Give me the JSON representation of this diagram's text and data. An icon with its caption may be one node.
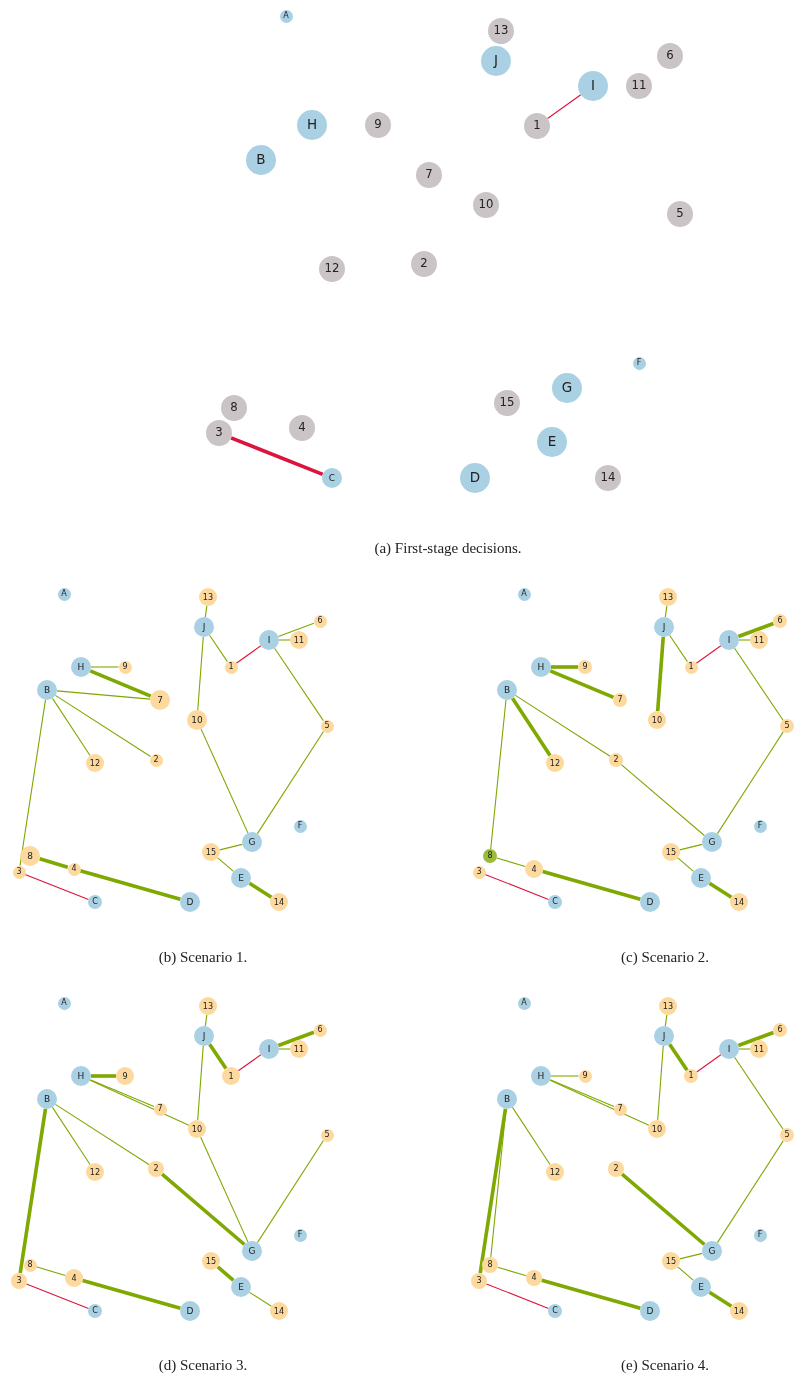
{
  "diagram": {
    "nodes": [
      {
        "text": [
          "A"
        ]
      },
      {
        "text": [
          "13"
        ]
      },
      {
        "text": [
          "6"
        ]
      },
      {
        "text": [
          "J"
        ]
      },
      {
        "text": [
          "I"
        ]
      },
      {
        "text": [
          "11"
        ]
      },
      {
        "text": [
          "1"
        ]
      },
      {
        "text": [
          "H"
        ]
      },
      {
        "text": [
          "9"
        ]
      },
      {
        "text": [
          "B"
        ]
      },
      {
        "text": [
          "7"
        ]
      },
      {
        "text": [
          "10"
        ]
      },
      {
        "text": [
          "5"
        ]
      },
      {
        "text": [
          "2"
        ]
      },
      {
        "text": [
          "12"
        ]
      },
      {
        "text": [
          "F"
        ]
      },
      {
        "text": [
          "G"
        ]
      },
      {
        "text": [
          "15"
        ]
      },
      {
        "text": [
          "8"
        ]
      },
      {
        "text": [
          "4"
        ]
      },
      {
        "text": [
          "3"
        ]
      },
      {
        "text": [
          "E"
        ]
      },
      {
        "text": [
          "C"
        ]
      },
      {
        "text": [
          "D"
        ]
      },
      {
        "text": [
          "14"
        ]
      },
      {
        "text": [
          "A"
        ]
      },
      {
        "text": [
          "13"
        ]
      },
      {
        "text": [
          "6"
        ]
      },
      {
        "text": [
          "J"
        ]
      },
      {
        "text": [
          "I"
        ]
      },
      {
        "text": [
          "11"
        ]
      },
      {
        "text": [
          "1"
        ]
      },
      {
        "text": [
          "H"
        ]
      },
      {
        "text": [
          "9"
        ]
      },
      {
        "text": [
          "B"
        ]
      },
      {
        "text": [
          "7"
        ]
      },
      {
        "text": [
          "10"
        ]
      },
      {
        "text": [
          "5"
        ]
      },
      {
        "text": [
          "2"
        ]
      },
      {
        "text": [
          "12"
        ]
      },
      {
        "text": [
          "F"
        ]
      },
      {
        "text": [
          "G"
        ]
      },
      {
        "text": [
          "15"
        ]
      },
      {
        "text": [
          "8"
        ]
      },
      {
        "text": [
          "4"
        ]
      },
      {
        "text": [
          "3"
        ]
      },
      {
        "text": [
          "E"
        ]
      },
      {
        "text": [
          "C"
        ]
      },
      {
        "text": [
          "D"
        ]
      },
      {
        "text": [
          "14"
        ]
      },
      {
        "text": [
          "A"
        ]
      },
      {
        "text": [
          "13"
        ]
      },
      {
        "text": [
          "6"
        ]
      },
      {
        "text": [
          "J"
        ]
      },
      {
        "text": [
          "I"
        ]
      },
      {
        "text": [
          "11"
        ]
      },
      {
        "text": [
          "1"
        ]
      },
      {
        "text": [
          "H"
        ]
      },
      {
        "text": [
          "9"
        ]
      },
      {
        "text": [
          "B"
        ]
      },
      {
        "text": [
          "7"
        ]
      },
      {
        "text": [
          "10"
        ]
      },
      {
        "text": [
          "5"
        ]
      },
      {
        "text": [
          "2"
        ]
      },
      {
        "text": [
          "12"
        ]
      },
      {
        "text": [
          "F"
        ]
      },
      {
        "text": [
          "G"
        ]
      },
      {
        "text": [
          "15"
        ]
      },
      {
        "text": [
          "8"
        ]
      },
      {
        "text": [
          "4"
        ]
      },
      {
        "text": [
          "3"
        ]
      },
      {
        "text": [
          "E"
        ]
      },
      {
        "text": [
          "C"
        ]
      },
      {
        "text": [
          "D"
        ]
      },
      {
        "text": [
          "14"
        ]
      },
      {
        "text": [
          "A"
        ]
      },
      {
        "text": [
          "13"
        ]
      },
      {
        "text": [
          "6"
        ]
      },
      {
        "text": [
          "J"
        ]
      },
      {
        "text": [
          "I"
        ]
      },
      {
        "text": [
          "11"
        ]
      },
      {
        "text": [
          "1"
        ]
      },
      {
        "text": [
          "H"
        ]
      },
      {
        "text": [
          "9"
        ]
      },
      {
        "text": [
          "B"
        ]
      },
      {
        "text": [
          "7"
        ]
      },
      {
        "text": [
          "10"
        ]
      },
      {
        "text": [
          "5"
        ]
      },
      {
        "text": [
          "2"
        ]
      },
      {
        "text": [
          "12"
        ]
      },
      {
        "text": [
          "F"
        ]
      },
      {
        "text": [
          "G"
        ]
      },
      {
        "text": [
          "15"
        ]
      },
      {
        "text": [
          "8"
        ]
      },
      {
        "text": [
          "4"
        ]
      },
      {
        "text": [
          "3"
        ]
      },
      {
        "text": [
          "E"
        ]
      },
      {
        "text": [
          "C"
        ]
      },
      {
        "text": [
          "D"
        ]
      },
      {
        "text": [
          "14"
        ]
      },
      {
        "text": [
          "A"
        ]
      },
      {
        "text": [
          "13"
        ]
      },
      {
        "text": [
          "6"
        ]
      },
      {
        "text": [
          "J"
        ]
      },
      {
        "text": [
          "I"
        ]
      },
      {
        "text": [
          "11"
        ]
      },
      {
        "text": [
          "1"
        ]
      },
      {
        "text": [
          "H"
        ]
      },
      {
        "text": [
          "9"
        ]
      },
      {
        "text": [
          "B"
        ]
      },
      {
        "text": [
          "7"
        ]
      },
      {
        "text": [
          "10"
        ]
      },
      {
        "text": [
          "5"
        ]
      },
      {
        "text": [
          "2"
        ]
      },
      {
        "text": [
          "12"
        ]
      },
      {
        "text": [
          "F"
        ]
      },
      {
        "text": [
          "G"
        ]
      },
      {
        "text": [
          "15"
        ]
      },
      {
        "text": [
          "8"
        ]
      },
      {
        "text": [
          "4"
        ]
      },
      {
        "text": [
          "3"
        ]
      },
      {
        "text": [
          "E"
        ]
      },
      {
        "text": [
          "C"
        ]
      },
      {
        "text": [
          "D"
        ]
      },
      {
        "text": [
          "14"
        ]
      }
    ],
    "edges": [
      {
        "from": 6,
        "to": 4,
        "arrow": "none",
        "color": "#dc143c"
      },
      {
        "from": 20,
        "to": 22,
        "arrow": "none",
        "style": "thick",
        "color": "#dc143c"
      },
      {
        "from": 26,
        "to": 28,
        "arrow": "none"
      },
      {
        "from": 28,
        "to": 31,
        "arrow": "none"
      },
      {
        "from": 28,
        "to": 36,
        "arrow": "none"
      },
      {
        "from": 31,
        "to": 29,
        "arrow": "none",
        "color": "#dc143c"
      },
      {
        "from": 29,
        "to": 27,
        "arrow": "none"
      },
      {
        "from": 29,
        "to": 30,
        "arrow": "none"
      },
      {
        "from": 29,
        "to": 37,
        "arrow": "none"
      },
      {
        "from": 32,
        "to": 33,
        "arrow": "none"
      },
      {
        "from": 32,
        "to": 35,
        "arrow": "none",
        "style": "thick"
      },
      {
        "from": 34,
        "to": 35,
        "arrow": "none"
      },
      {
        "from": 34,
        "to": 39,
        "arrow": "none"
      },
      {
        "from": 34,
        "to": 38,
        "arrow": "none"
      },
      {
        "from": 34,
        "to": 45,
        "arrow": "none"
      },
      {
        "from": 43,
        "to": 44,
        "arrow": "none",
        "style": "thick"
      },
      {
        "from": 44,
        "to": 48,
        "arrow": "none",
        "style": "thick"
      },
      {
        "from": 45,
        "to": 47,
        "arrow": "none",
        "color": "#dc143c"
      },
      {
        "from": 36,
        "to": 41,
        "arrow": "none"
      },
      {
        "from": 37,
        "to": 41,
        "arrow": "none"
      },
      {
        "from": 41,
        "to": 42,
        "arrow": "none"
      },
      {
        "from": 42,
        "to": 46,
        "arrow": "none"
      },
      {
        "from": 46,
        "to": 49,
        "arrow": "none",
        "style": "thick"
      },
      {
        "from": 51,
        "to": 53,
        "arrow": "none"
      },
      {
        "from": 53,
        "to": 61,
        "arrow": "none",
        "style": "thick"
      },
      {
        "from": 53,
        "to": 56,
        "arrow": "none"
      },
      {
        "from": 56,
        "to": 54,
        "arrow": "none",
        "color": "#dc143c"
      },
      {
        "from": 54,
        "to": 52,
        "arrow": "none",
        "style": "thick"
      },
      {
        "from": 54,
        "to": 55,
        "arrow": "none"
      },
      {
        "from": 54,
        "to": 62,
        "arrow": "none"
      },
      {
        "from": 57,
        "to": 58,
        "arrow": "none",
        "style": "thick"
      },
      {
        "from": 57,
        "to": 60,
        "arrow": "none",
        "style": "thick"
      },
      {
        "from": 59,
        "to": 64,
        "arrow": "none",
        "style": "thick"
      },
      {
        "from": 59,
        "to": 63,
        "arrow": "none"
      },
      {
        "from": 59,
        "to": 68,
        "arrow": "none"
      },
      {
        "from": 63,
        "to": 66,
        "arrow": "none"
      },
      {
        "from": 62,
        "to": 66,
        "arrow": "none"
      },
      {
        "from": 66,
        "to": 67,
        "arrow": "none"
      },
      {
        "from": 67,
        "to": 71,
        "arrow": "none"
      },
      {
        "from": 71,
        "to": 74,
        "arrow": "none",
        "style": "thick"
      },
      {
        "from": 68,
        "to": 69,
        "arrow": "none"
      },
      {
        "from": 69,
        "to": 73,
        "arrow": "none",
        "style": "thick"
      },
      {
        "from": 70,
        "to": 72,
        "arrow": "none",
        "color": "#dc143c"
      },
      {
        "from": 76,
        "to": 78,
        "arrow": "none"
      },
      {
        "from": 78,
        "to": 81,
        "arrow": "none",
        "style": "thick"
      },
      {
        "from": 78,
        "to": 86,
        "arrow": "none"
      },
      {
        "from": 81,
        "to": 79,
        "arrow": "none",
        "color": "#dc143c"
      },
      {
        "from": 79,
        "to": 77,
        "arrow": "none",
        "style": "thick"
      },
      {
        "from": 79,
        "to": 80,
        "arrow": "none"
      },
      {
        "from": 82,
        "to": 83,
        "arrow": "none",
        "style": "thick"
      },
      {
        "from": 82,
        "to": 85,
        "arrow": "none"
      },
      {
        "from": 82,
        "to": 86,
        "arrow": "none"
      },
      {
        "from": 84,
        "to": 88,
        "arrow": "none"
      },
      {
        "from": 84,
        "to": 89,
        "arrow": "none"
      },
      {
        "from": 84,
        "to": 95,
        "arrow": "none",
        "style": "thick"
      },
      {
        "from": 88,
        "to": 91,
        "arrow": "none",
        "style": "thick"
      },
      {
        "from": 86,
        "to": 91,
        "arrow": "none"
      },
      {
        "from": 87,
        "to": 91,
        "arrow": "none"
      },
      {
        "from": 92,
        "to": 96,
        "arrow": "none",
        "style": "thick"
      },
      {
        "from": 96,
        "to": 99,
        "arrow": "none"
      },
      {
        "from": 93,
        "to": 94,
        "arrow": "none"
      },
      {
        "from": 94,
        "to": 98,
        "arrow": "none",
        "style": "thick"
      },
      {
        "from": 95,
        "to": 97,
        "arrow": "none",
        "color": "#dc143c"
      },
      {
        "from": 101,
        "to": 103,
        "arrow": "none"
      },
      {
        "from": 103,
        "to": 106,
        "arrow": "none",
        "style": "thick"
      },
      {
        "from": 103,
        "to": 111,
        "arrow": "none"
      },
      {
        "from": 106,
        "to": 104,
        "arrow": "none",
        "color": "#dc143c"
      },
      {
        "from": 104,
        "to": 102,
        "arrow": "none",
        "style": "thick"
      },
      {
        "from": 104,
        "to": 105,
        "arrow": "none"
      },
      {
        "from": 104,
        "to": 112,
        "arrow": "none"
      },
      {
        "from": 107,
        "to": 108,
        "arrow": "none"
      },
      {
        "from": 107,
        "to": 110,
        "arrow": "none"
      },
      {
        "from": 107,
        "to": 111,
        "arrow": "none"
      },
      {
        "from": 109,
        "to": 120,
        "arrow": "none",
        "style": "thick"
      },
      {
        "from": 109,
        "to": 118,
        "arrow": "none"
      },
      {
        "from": 109,
        "to": 114,
        "arrow": "none"
      },
      {
        "from": 113,
        "to": 116,
        "arrow": "none",
        "style": "thick"
      },
      {
        "from": 112,
        "to": 116,
        "arrow": "none"
      },
      {
        "from": 116,
        "to": 117,
        "arrow": "none"
      },
      {
        "from": 117,
        "to": 121,
        "arrow": "none"
      },
      {
        "from": 121,
        "to": 124,
        "arrow": "none",
        "style": "thick"
      },
      {
        "from": 118,
        "to": 119,
        "arrow": "none"
      },
      {
        "from": 119,
        "to": 123,
        "arrow": "none",
        "style": "thick"
      },
      {
        "from": 120,
        "to": 122,
        "arrow": "none",
        "color": "#dc143c"
      }
    ],
    "labels": [
      "(a) First-stage decisions.",
      "(b) Scenario 1.",
      "(c) Scenario 2.",
      "(d) Scenario 3.",
      "(e) Scenario 4."
    ]
  }
}
